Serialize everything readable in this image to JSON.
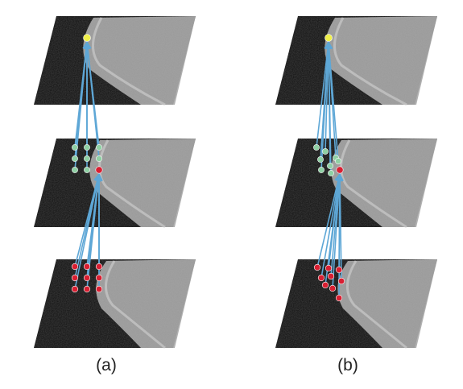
{
  "figure": {
    "panels": [
      {
        "id": "a",
        "label": "(a)",
        "sampling": "regular-grid"
      },
      {
        "id": "b",
        "label": "(b)",
        "sampling": "deformable"
      }
    ],
    "layers_per_panel": 3,
    "colors": {
      "background": "#ffffff",
      "layer_dark": "#0d0d0d",
      "layer_light": "#a8a8a8",
      "arrow": "#5ea7d6",
      "top_point": "#f0f04a",
      "middle_points": "#8fd0a4",
      "sample_points": "#d81f32"
    }
  }
}
